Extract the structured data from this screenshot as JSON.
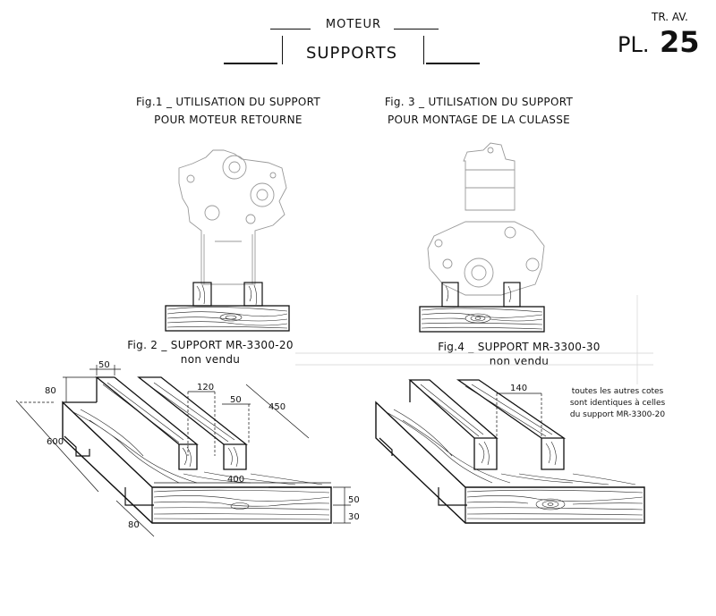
{
  "header": {
    "section": "MOTEUR",
    "title": "SUPPORTS",
    "ref": "TR. AV.",
    "plate_prefix": "PL.",
    "plate_number": "25"
  },
  "figures": {
    "fig1": {
      "line1": "Fig.1 _ UTILISATION DU SUPPORT",
      "line2": "POUR MOTEUR RETOURNE"
    },
    "fig3": {
      "line1": "Fig. 3 _ UTILISATION DU SUPPORT",
      "line2": "POUR MONTAGE DE LA CULASSE"
    },
    "fig2": {
      "line1": "Fig. 2 _ SUPPORT MR-3300-20",
      "line2": "non vendu"
    },
    "fig4": {
      "line1": "Fig.4 _ SUPPORT MR-3300-30",
      "line2": "non vendu"
    }
  },
  "dimensions_fig2": {
    "d50_top": "50",
    "d80_left": "80",
    "d120": "120",
    "d50_mid": "50",
    "d450": "450",
    "d600": "600",
    "d400": "400",
    "d50_right": "50",
    "d30_right": "30",
    "d80_bottom": "80"
  },
  "dimensions_fig4": {
    "d140": "140"
  },
  "note": {
    "line1": "toutes les autres cotes",
    "line2": "sont identiques à celles",
    "line3": "du support MR-3300-20"
  }
}
